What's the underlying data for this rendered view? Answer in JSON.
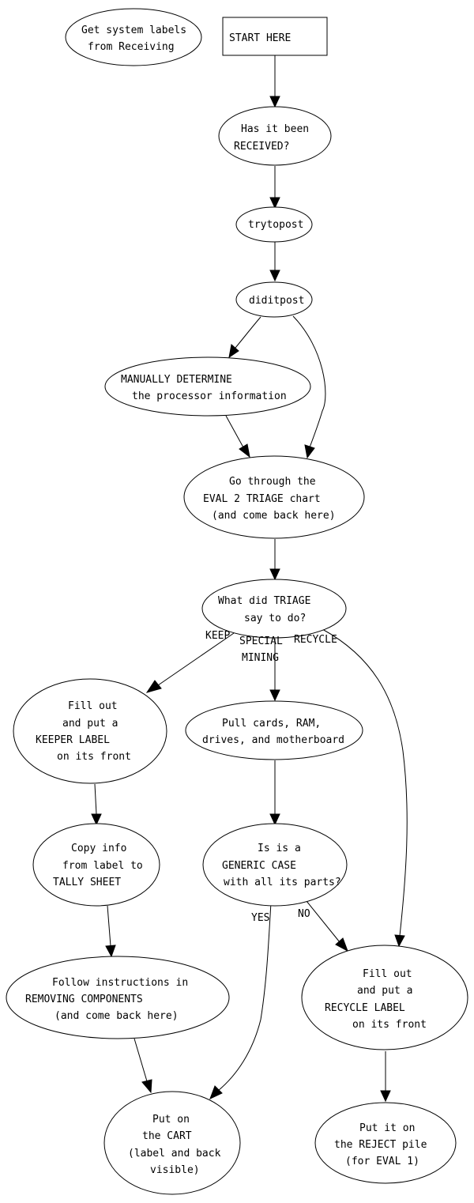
{
  "diagram": {
    "type": "flowchart",
    "nodes": {
      "labels_note": {
        "lines": [
          "Get system labels",
          "from Receiving"
        ]
      },
      "start": {
        "lines": [
          "START HERE"
        ]
      },
      "received": {
        "lines": [
          "Has it been",
          "RECEIVED?"
        ]
      },
      "trytopost": {
        "lines": [
          "trytopost"
        ]
      },
      "diditpost": {
        "lines": [
          "diditpost"
        ]
      },
      "manual": {
        "lines": [
          "MANUALLY DETERMINE",
          "the processor information"
        ]
      },
      "triage_chart": {
        "lines": [
          "Go through the",
          "EVAL 2 TRIAGE chart",
          "(and come back here)"
        ]
      },
      "triage_q": {
        "lines": [
          "What did TRIAGE",
          "say to do?"
        ]
      },
      "keeper": {
        "lines": [
          "Fill out",
          "and put a",
          "KEEPER LABEL",
          "on its front"
        ]
      },
      "pull": {
        "lines": [
          "Pull cards, RAM,",
          "drives, and motherboard"
        ]
      },
      "copy": {
        "lines": [
          "Copy info",
          "from label to",
          "TALLY SHEET"
        ]
      },
      "generic": {
        "lines": [
          "Is is a",
          "GENERIC CASE",
          "with all its parts?"
        ]
      },
      "recycle": {
        "lines": [
          "Fill out",
          "and put a",
          "RECYCLE LABEL",
          "on its front"
        ]
      },
      "removing": {
        "lines": [
          "Follow instructions in",
          "REMOVING COMPONENTS",
          "(and come back here)"
        ]
      },
      "cart": {
        "lines": [
          "Put on",
          "the CART",
          "(label and back",
          "visible)"
        ]
      },
      "reject": {
        "lines": [
          "Put it on",
          "the REJECT pile",
          "(for EVAL 1)"
        ]
      }
    },
    "edge_labels": {
      "keep": "KEEP",
      "special_mining_1": "SPECIAL",
      "special_mining_2": "MINING",
      "recycle": "RECYCLE",
      "yes": "YES",
      "no": "NO"
    },
    "edges": [
      {
        "from": "start",
        "to": "received"
      },
      {
        "from": "received",
        "to": "trytopost"
      },
      {
        "from": "trytopost",
        "to": "diditpost"
      },
      {
        "from": "diditpost",
        "to": "manual"
      },
      {
        "from": "diditpost",
        "to": "triage_chart"
      },
      {
        "from": "manual",
        "to": "triage_chart"
      },
      {
        "from": "triage_chart",
        "to": "triage_q"
      },
      {
        "from": "triage_q",
        "to": "keeper",
        "label": "KEEP"
      },
      {
        "from": "triage_q",
        "to": "pull",
        "label": "SPECIAL MINING"
      },
      {
        "from": "triage_q",
        "to": "recycle",
        "label": "RECYCLE"
      },
      {
        "from": "keeper",
        "to": "copy"
      },
      {
        "from": "copy",
        "to": "removing"
      },
      {
        "from": "pull",
        "to": "generic"
      },
      {
        "from": "generic",
        "to": "cart",
        "label": "YES"
      },
      {
        "from": "generic",
        "to": "recycle",
        "label": "NO"
      },
      {
        "from": "removing",
        "to": "cart"
      },
      {
        "from": "recycle",
        "to": "reject"
      }
    ]
  }
}
